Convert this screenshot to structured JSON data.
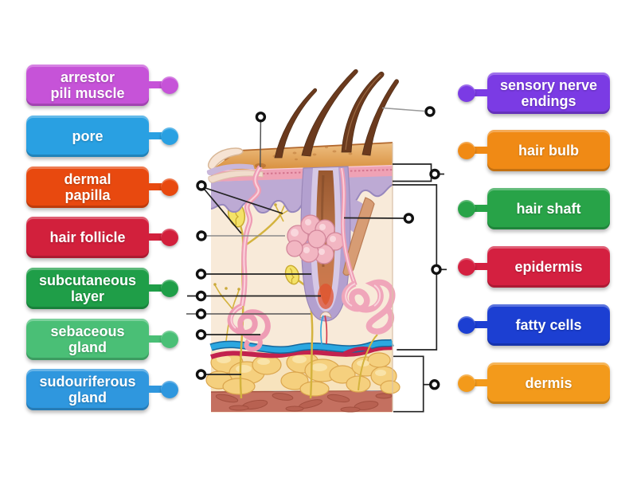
{
  "page": {
    "background": "#ffffff",
    "activity_type": "labelled-diagram",
    "subject": "skin cross-section anatomy"
  },
  "labels": {
    "left": [
      {
        "id": "arrestor-pili-muscle",
        "text": "arrestor\npili muscle",
        "color": "#c653d8"
      },
      {
        "id": "pore",
        "text": "pore",
        "color": "#29a0e2"
      },
      {
        "id": "dermal-papilla",
        "text": "dermal\npapilla",
        "color": "#e8490f"
      },
      {
        "id": "hair-follicle",
        "text": "hair follicle",
        "color": "#d2203c"
      },
      {
        "id": "subcutaneous-layer",
        "text": "subcutaneous\nlayer",
        "color": "#1f9e48"
      },
      {
        "id": "sebaceous-gland",
        "text": "sebaceous\ngland",
        "color": "#4abf76"
      },
      {
        "id": "sudouriferous-gland",
        "text": "sudouriferous\ngland",
        "color": "#2f97de"
      }
    ],
    "right": [
      {
        "id": "sensory-nerve-endings",
        "text": "sensory nerve\nendings",
        "color": "#7b3be4"
      },
      {
        "id": "hair-bulb",
        "text": "hair bulb",
        "color": "#f08a15"
      },
      {
        "id": "hair-shaft",
        "text": "hair shaft",
        "color": "#28a348"
      },
      {
        "id": "epidermis",
        "text": "epidermis",
        "color": "#d42040"
      },
      {
        "id": "fatty-cells",
        "text": "fatty cells",
        "color": "#1c3fd2"
      },
      {
        "id": "dermis",
        "text": "dermis",
        "color": "#f39a1b"
      }
    ]
  },
  "targets": {
    "count": 13,
    "marker_style": {
      "ring_color": "#111111",
      "fill": "#ffffff"
    },
    "ids": [
      "target-pore",
      "target-hair-shaft",
      "target-sensory-nerve-endings",
      "target-epidermis",
      "target-arrestor-pili-muscle",
      "target-dermis",
      "target-sebaceous-gland",
      "target-hair-follicle",
      "target-hair-bulb",
      "target-dermal-papilla",
      "target-sudouriferous-gland",
      "target-fatty-cells",
      "target-subcutaneous-layer"
    ]
  }
}
